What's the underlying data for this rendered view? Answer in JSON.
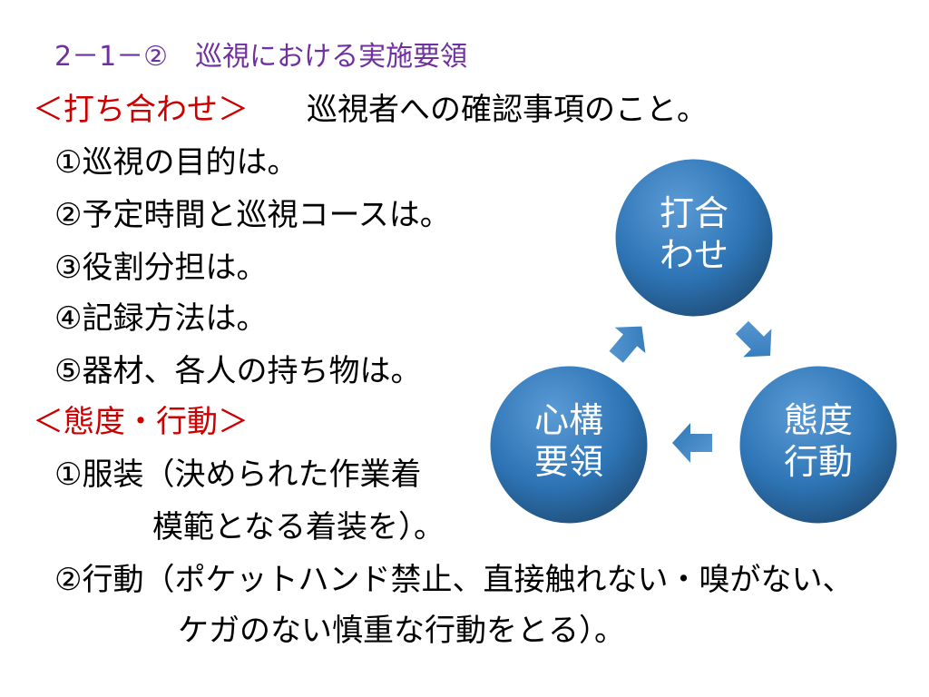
{
  "title": "2－1－②　巡視における実施要領",
  "section1": {
    "heading": "＜打ち合わせ＞",
    "subtitle": "巡視者への確認事項のこと。",
    "items": [
      "①巡視の目的は。",
      "②予定時間と巡視コースは。",
      "③役割分担は。",
      "④記録方法は。",
      "⑤器材、各人の持ち物は。"
    ]
  },
  "section2": {
    "heading": "＜態度・行動＞",
    "item1_line1": "①服装（決められた作業着",
    "item1_line2": "模範となる着装を）。",
    "item2_line1": "②行動（ポケットハンド禁止、直接触れない・嗅がない、",
    "item2_line2": "ケガのない慎重な行動をとる）。"
  },
  "cycle": {
    "top": [
      "打合",
      "わせ"
    ],
    "bottom_right": [
      "態度",
      "行動"
    ],
    "bottom_left": [
      "心構",
      "要領"
    ]
  },
  "colors": {
    "title": "#7030a0",
    "heading": "#cc0000",
    "bubble": "#2e75b6",
    "arrow": "#2e75b6"
  }
}
